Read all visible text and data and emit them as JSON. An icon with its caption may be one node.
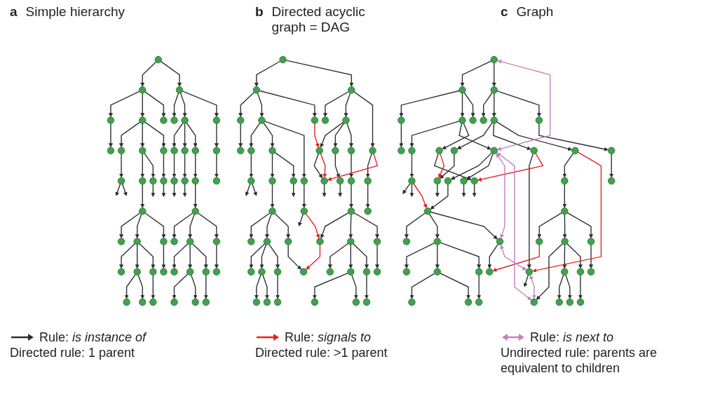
{
  "diagram": {
    "nodes": [
      {
        "text": [],
        "shape": "circle"
      },
      {
        "text": [],
        "shape": "circle"
      },
      {
        "text": [],
        "shape": "circle"
      },
      {
        "text": [],
        "shape": "circle"
      },
      {
        "text": [],
        "shape": "circle"
      },
      {
        "text": [],
        "shape": "circle"
      },
      {
        "text": [],
        "shape": "circle"
      },
      {
        "text": [],
        "shape": "circle"
      },
      {
        "text": [],
        "shape": "circle"
      },
      {
        "text": [],
        "shape": "circle"
      },
      {
        "text": [],
        "shape": "circle"
      },
      {
        "text": [],
        "shape": "circle"
      },
      {
        "text": [],
        "shape": "circle"
      },
      {
        "text": [],
        "shape": "circle"
      },
      {
        "text": [],
        "shape": "circle"
      },
      {
        "text": [],
        "shape": "circle"
      },
      {
        "text": [],
        "shape": "circle"
      },
      {
        "text": [],
        "shape": "circle"
      },
      {
        "text": [],
        "shape": "circle"
      },
      {
        "text": [],
        "shape": "circle"
      },
      {
        "text": [],
        "shape": "circle"
      },
      {
        "text": [],
        "shape": "circle"
      },
      {
        "text": [],
        "shape": "circle"
      },
      {
        "text": [],
        "shape": "circle"
      },
      {
        "text": [],
        "shape": "circle"
      },
      {
        "text": [],
        "shape": "circle"
      },
      {
        "text": [],
        "shape": "circle"
      },
      {
        "text": [],
        "shape": "circle"
      },
      {
        "text": [],
        "shape": "circle"
      },
      {
        "text": [],
        "shape": "circle"
      },
      {
        "text": [],
        "shape": "circle"
      },
      {
        "text": [],
        "shape": "circle"
      },
      {
        "text": [],
        "shape": "circle"
      },
      {
        "text": [],
        "shape": "circle"
      },
      {
        "text": [],
        "shape": "circle"
      },
      {
        "text": [],
        "shape": "circle"
      },
      {
        "text": [],
        "shape": "circle"
      },
      {
        "text": [],
        "shape": "circle"
      },
      {
        "text": [],
        "shape": "circle"
      },
      {
        "text": [],
        "shape": "circle"
      },
      {
        "text": [],
        "shape": "circle"
      },
      {
        "text": [],
        "shape": "circle"
      },
      {
        "text": [],
        "shape": "circle"
      },
      {
        "text": [],
        "shape": "circle"
      },
      {
        "text": [],
        "shape": "circle"
      },
      {
        "text": [],
        "shape": "circle"
      },
      {
        "text": [],
        "shape": "circle"
      },
      {
        "text": [],
        "shape": "circle"
      },
      {
        "text": [],
        "shape": "circle"
      },
      {
        "text": [],
        "shape": "circle"
      },
      {
        "text": [],
        "shape": "circle"
      },
      {
        "text": [],
        "shape": "circle"
      },
      {
        "text": [],
        "shape": "circle"
      },
      {
        "text": [],
        "shape": "circle"
      },
      {
        "text": [],
        "shape": "circle"
      },
      {
        "text": [],
        "shape": "circle"
      },
      {
        "text": [],
        "shape": "circle"
      },
      {
        "text": [],
        "shape": "circle"
      },
      {
        "text": [],
        "shape": "circle"
      },
      {
        "text": [],
        "shape": "circle"
      },
      {
        "text": [],
        "shape": "circle"
      },
      {
        "text": [],
        "shape": "circle"
      },
      {
        "text": [],
        "shape": "circle"
      },
      {
        "text": [],
        "shape": "circle"
      },
      {
        "text": [],
        "shape": "circle"
      },
      {
        "text": [],
        "shape": "circle"
      },
      {
        "text": [],
        "shape": "circle"
      },
      {
        "text": [],
        "shape": "circle"
      },
      {
        "text": [],
        "shape": "circle"
      },
      {
        "text": [],
        "shape": "circle"
      },
      {
        "text": [],
        "shape": "circle"
      },
      {
        "text": [],
        "shape": "circle"
      },
      {
        "text": [],
        "shape": "circle"
      },
      {
        "text": [],
        "shape": "circle"
      },
      {
        "text": [],
        "shape": "circle"
      },
      {
        "text": [],
        "shape": "circle"
      },
      {
        "text": [],
        "shape": "circle"
      },
      {
        "text": [],
        "shape": "circle"
      },
      {
        "text": [],
        "shape": "circle"
      },
      {
        "text": [],
        "shape": "circle"
      },
      {
        "text": [],
        "shape": "circle"
      },
      {
        "text": [],
        "shape": "circle"
      },
      {
        "text": [],
        "shape": "circle"
      },
      {
        "text": [],
        "shape": "circle"
      },
      {
        "text": [],
        "shape": "circle"
      },
      {
        "text": [],
        "shape": "circle"
      },
      {
        "text": [],
        "shape": "circle"
      },
      {
        "text": [],
        "shape": "circle"
      },
      {
        "text": [],
        "shape": "circle"
      },
      {
        "text": [],
        "shape": "circle"
      },
      {
        "text": [],
        "shape": "circle"
      },
      {
        "text": [],
        "shape": "circle"
      },
      {
        "text": [],
        "shape": "circle"
      },
      {
        "text": [],
        "shape": "circle"
      },
      {
        "text": [],
        "shape": "circle"
      },
      {
        "text": [],
        "shape": "circle"
      },
      {
        "text": [],
        "shape": "circle"
      },
      {
        "text": [],
        "shape": "circle"
      },
      {
        "text": [],
        "shape": "circle"
      },
      {
        "text": [],
        "shape": "circle"
      },
      {
        "text": [],
        "shape": "circle"
      },
      {
        "text": [],
        "shape": "circle"
      },
      {
        "text": [],
        "shape": "circle"
      },
      {
        "text": [],
        "shape": "circle"
      },
      {
        "text": [],
        "shape": "circle"
      },
      {
        "text": [],
        "shape": "circle"
      },
      {
        "text": [],
        "shape": "circle"
      },
      {
        "text": [],
        "shape": "circle"
      },
      {
        "text": [],
        "shape": "circle"
      },
      {
        "text": [],
        "shape": "circle"
      },
      {
        "text": [],
        "shape": "circle"
      },
      {
        "text": [],
        "shape": "circle"
      },
      {
        "text": [],
        "shape": "circle"
      },
      {
        "text": [],
        "shape": "circle"
      },
      {
        "text": [],
        "shape": "circle"
      },
      {
        "text": [],
        "shape": "circle"
      },
      {
        "text": [],
        "shape": "circle"
      },
      {
        "text": [],
        "shape": "circle"
      },
      {
        "text": [],
        "shape": "circle"
      },
      {
        "text": [],
        "shape": "circle"
      },
      {
        "text": [],
        "shape": "circle"
      },
      {
        "text": [],
        "shape": "circle"
      },
      {
        "text": [],
        "shape": "circle"
      },
      {
        "text": [],
        "shape": "circle"
      },
      {
        "text": [],
        "shape": "circle"
      },
      {
        "text": [],
        "shape": "circle"
      },
      {
        "text": [],
        "shape": "circle"
      },
      {
        "text": [],
        "shape": "circle"
      },
      {
        "text": [],
        "shape": "circle"
      },
      {
        "text": [],
        "shape": "circle"
      },
      {
        "text": [],
        "shape": "circle"
      },
      {
        "text": [],
        "shape": "circle"
      },
      {
        "text": [],
        "shape": "circle"
      },
      {
        "text": [],
        "shape": "circle"
      },
      {
        "text": [],
        "shape": "circle"
      },
      {
        "text": [],
        "shape": "circle"
      },
      {
        "text": [],
        "shape": "circle"
      },
      {
        "text": [],
        "shape": "circle"
      },
      {
        "text": [],
        "shape": "circle"
      },
      {
        "text": [],
        "shape": "circle"
      },
      {
        "text": [],
        "shape": "circle"
      }
    ],
    "edges": [
      {
        "from": 0,
        "to": 1,
        "arrow": "to"
      },
      {
        "from": 0,
        "to": 2,
        "arrow": "to"
      },
      {
        "from": 1,
        "to": 3,
        "arrow": "to"
      },
      {
        "from": 1,
        "to": 4,
        "arrow": "to"
      },
      {
        "from": 1,
        "to": 5,
        "arrow": "to"
      },
      {
        "from": 2,
        "to": 6,
        "arrow": "to"
      },
      {
        "from": 2,
        "to": 7,
        "arrow": "to"
      },
      {
        "from": 2,
        "to": 8,
        "arrow": "to"
      },
      {
        "from": 3,
        "to": 9,
        "arrow": "to"
      },
      {
        "from": 4,
        "to": 10,
        "arrow": "to"
      },
      {
        "from": 4,
        "to": 11,
        "arrow": "to"
      },
      {
        "from": 4,
        "to": 12,
        "arrow": "to"
      },
      {
        "from": 7,
        "to": 13,
        "arrow": "to"
      },
      {
        "from": 7,
        "to": 14,
        "arrow": "to"
      },
      {
        "from": 7,
        "to": 15,
        "arrow": "to"
      },
      {
        "from": 8,
        "to": 16,
        "arrow": "to"
      },
      {
        "from": 10,
        "to": 17,
        "arrow": "to"
      },
      {
        "from": 11,
        "to": 18,
        "arrow": "to"
      },
      {
        "from": 11,
        "to": 19,
        "arrow": "to"
      },
      {
        "from": 12,
        "to": 20,
        "arrow": "to"
      },
      {
        "from": 13,
        "to": 21,
        "arrow": "to"
      },
      {
        "from": 14,
        "to": 22,
        "arrow": "to"
      },
      {
        "from": 15,
        "to": 23,
        "arrow": "to"
      },
      {
        "from": 16,
        "to": 24,
        "arrow": "to"
      },
      {
        "from": 18,
        "to": 25,
        "arrow": "to"
      },
      {
        "from": 23,
        "to": 26,
        "arrow": "to"
      },
      {
        "from": 25,
        "to": 27,
        "arrow": "to"
      },
      {
        "from": 25,
        "to": 28,
        "arrow": "to"
      },
      {
        "from": 25,
        "to": 29,
        "arrow": "to"
      },
      {
        "from": 26,
        "to": 30,
        "arrow": "to"
      },
      {
        "from": 26,
        "to": 31,
        "arrow": "to"
      },
      {
        "from": 26,
        "to": 32,
        "arrow": "to"
      },
      {
        "from": 28,
        "to": 33,
        "arrow": "to"
      },
      {
        "from": 28,
        "to": 34,
        "arrow": "to"
      },
      {
        "from": 28,
        "to": 35,
        "arrow": "to"
      },
      {
        "from": 29,
        "to": 36,
        "arrow": "to"
      },
      {
        "from": 31,
        "to": 37,
        "arrow": "to"
      },
      {
        "from": 31,
        "to": 38,
        "arrow": "to"
      },
      {
        "from": 31,
        "to": 39,
        "arrow": "to"
      },
      {
        "from": 32,
        "to": 40,
        "arrow": "to"
      },
      {
        "from": 34,
        "to": 41,
        "arrow": "to"
      },
      {
        "from": 34,
        "to": 42,
        "arrow": "to"
      },
      {
        "from": 35,
        "to": 43,
        "arrow": "to"
      },
      {
        "from": 38,
        "to": 44,
        "arrow": "to"
      },
      {
        "from": 38,
        "to": 45,
        "arrow": "to"
      },
      {
        "from": 39,
        "to": 46,
        "arrow": "to"
      },
      {
        "from": 17,
        "to": null,
        "arrow": "to"
      },
      {
        "from": 17,
        "to": null,
        "arrow": "to"
      },
      {
        "from": 19,
        "to": null,
        "arrow": "to"
      },
      {
        "from": 20,
        "to": null,
        "arrow": "to"
      },
      {
        "from": 21,
        "to": null,
        "arrow": "to"
      },
      {
        "from": 22,
        "to": null,
        "arrow": "to"
      },
      {
        "from": 47,
        "to": 48,
        "arrow": "to"
      },
      {
        "from": 47,
        "to": 49,
        "arrow": "to"
      },
      {
        "from": 48,
        "to": 50,
        "arrow": "to"
      },
      {
        "from": 48,
        "to": 51,
        "arrow": "to"
      },
      {
        "from": 48,
        "to": 52,
        "arrow": "to"
      },
      {
        "from": 49,
        "to": 53,
        "arrow": "to"
      },
      {
        "from": 49,
        "to": 54,
        "arrow": "to"
      },
      {
        "from": 49,
        "to": 55,
        "arrow": "to"
      },
      {
        "from": 50,
        "to": 56,
        "arrow": "to"
      },
      {
        "from": 51,
        "to": 57,
        "arrow": "to"
      },
      {
        "from": 51,
        "to": 58,
        "arrow": "to"
      },
      {
        "from": 51,
        "to": 59,
        "arrow": "to"
      },
      {
        "from": 54,
        "to": 60,
        "arrow": "to"
      },
      {
        "from": 54,
        "to": 61,
        "arrow": "to"
      },
      {
        "from": 54,
        "to": 62,
        "arrow": "to"
      },
      {
        "from": 55,
        "to": 63,
        "arrow": "to"
      },
      {
        "from": 57,
        "to": 64,
        "arrow": "to"
      },
      {
        "from": 58,
        "to": 65,
        "arrow": "to"
      },
      {
        "from": 58,
        "to": 66,
        "arrow": "to"
      },
      {
        "from": 59,
        "to": 67,
        "arrow": "to"
      },
      {
        "from": 60,
        "to": 68,
        "arrow": "to"
      },
      {
        "from": 61,
        "to": 69,
        "arrow": "to"
      },
      {
        "from": 62,
        "to": 70,
        "arrow": "to"
      },
      {
        "from": 63,
        "to": 71,
        "arrow": "to"
      },
      {
        "from": 65,
        "to": 72,
        "arrow": "to"
      },
      {
        "from": 70,
        "to": 73,
        "arrow": "to"
      },
      {
        "from": 72,
        "to": 74,
        "arrow": "to"
      },
      {
        "from": 72,
        "to": 75,
        "arrow": "to"
      },
      {
        "from": 72,
        "to": 76,
        "arrow": "to"
      },
      {
        "from": 73,
        "to": 77,
        "arrow": "to"
      },
      {
        "from": 73,
        "to": 78,
        "arrow": "to"
      },
      {
        "from": 73,
        "to": 79,
        "arrow": "to"
      },
      {
        "from": 75,
        "to": 80,
        "arrow": "to"
      },
      {
        "from": 75,
        "to": 81,
        "arrow": "to"
      },
      {
        "from": 75,
        "to": 82,
        "arrow": "to"
      },
      {
        "from": 76,
        "to": 83,
        "arrow": "to"
      },
      {
        "from": 78,
        "to": 84,
        "arrow": "to"
      },
      {
        "from": 78,
        "to": 85,
        "arrow": "to"
      },
      {
        "from": 78,
        "to": 86,
        "arrow": "to"
      },
      {
        "from": 79,
        "to": 87,
        "arrow": "to"
      },
      {
        "from": 81,
        "to": 88,
        "arrow": "to"
      },
      {
        "from": 81,
        "to": 89,
        "arrow": "to"
      },
      {
        "from": 82,
        "to": 90,
        "arrow": "to"
      },
      {
        "from": 85,
        "to": 91,
        "arrow": "to"
      },
      {
        "from": 85,
        "to": 92,
        "arrow": "to"
      },
      {
        "from": 86,
        "to": 93,
        "arrow": "to"
      },
      {
        "from": 64,
        "to": null,
        "arrow": "to"
      },
      {
        "from": 64,
        "to": null,
        "arrow": "to"
      },
      {
        "from": 66,
        "to": null,
        "arrow": "to"
      },
      {
        "from": 67,
        "to": null,
        "arrow": "to"
      },
      {
        "from": 68,
        "to": null,
        "arrow": "to"
      },
      {
        "from": 69,
        "to": null,
        "arrow": "to"
      },
      {
        "from": 52,
        "to": 60,
        "arrow": "to",
        "color": "#e8201c"
      },
      {
        "from": 60,
        "to": 68,
        "arrow": "to",
        "color": "#e8201c"
      },
      {
        "from": 55,
        "to": 68,
        "arrow": "to",
        "color": "#e8201c"
      },
      {
        "from": 67,
        "to": 77,
        "arrow": "to",
        "color": "#e8201c"
      },
      {
        "from": 77,
        "to": 83,
        "arrow": "to",
        "color": "#e8201c"
      },
      {
        "from": 94,
        "to": 95,
        "arrow": "to"
      },
      {
        "from": 94,
        "to": 96,
        "arrow": "to"
      },
      {
        "from": 95,
        "to": 97,
        "arrow": "to"
      },
      {
        "from": 95,
        "to": 98,
        "arrow": "to"
      },
      {
        "from": 95,
        "to": 99,
        "arrow": "to"
      },
      {
        "from": 96,
        "to": 100,
        "arrow": "to"
      },
      {
        "from": 96,
        "to": 101,
        "arrow": "to"
      },
      {
        "from": 96,
        "to": 102,
        "arrow": "to"
      },
      {
        "from": 97,
        "to": 103,
        "arrow": "to"
      },
      {
        "from": 98,
        "to": 104,
        "arrow": "to"
      },
      {
        "from": 98,
        "to": 105,
        "arrow": "to"
      },
      {
        "from": 98,
        "to": 106,
        "arrow": "to"
      },
      {
        "from": 101,
        "to": 107,
        "arrow": "to"
      },
      {
        "from": 101,
        "to": 108,
        "arrow": "to"
      },
      {
        "from": 101,
        "to": 109,
        "arrow": "to"
      },
      {
        "from": 102,
        "to": 110,
        "arrow": "to"
      },
      {
        "from": 104,
        "to": 111,
        "arrow": "to"
      },
      {
        "from": 105,
        "to": 112,
        "arrow": "to"
      },
      {
        "from": 105,
        "to": 113,
        "arrow": "to"
      },
      {
        "from": 106,
        "to": 114,
        "arrow": "to"
      },
      {
        "from": 107,
        "to": 115,
        "arrow": "to"
      },
      {
        "from": 108,
        "to": 116,
        "arrow": "to"
      },
      {
        "from": 109,
        "to": 117,
        "arrow": "to"
      },
      {
        "from": 110,
        "to": 118,
        "arrow": "to"
      },
      {
        "from": 112,
        "to": 119,
        "arrow": "to"
      },
      {
        "from": 117,
        "to": 120,
        "arrow": "to"
      },
      {
        "from": 119,
        "to": 121,
        "arrow": "to"
      },
      {
        "from": 119,
        "to": 122,
        "arrow": "to"
      },
      {
        "from": 119,
        "to": 123,
        "arrow": "to"
      },
      {
        "from": 120,
        "to": 124,
        "arrow": "to"
      },
      {
        "from": 120,
        "to": 125,
        "arrow": "to"
      },
      {
        "from": 120,
        "to": 126,
        "arrow": "to"
      },
      {
        "from": 122,
        "to": 127,
        "arrow": "to"
      },
      {
        "from": 122,
        "to": 128,
        "arrow": "to"
      },
      {
        "from": 122,
        "to": 129,
        "arrow": "to"
      },
      {
        "from": 123,
        "to": 130,
        "arrow": "to"
      },
      {
        "from": 125,
        "to": 131,
        "arrow": "to"
      },
      {
        "from": 125,
        "to": 132,
        "arrow": "to"
      },
      {
        "from": 125,
        "to": 133,
        "arrow": "to"
      },
      {
        "from": 126,
        "to": 134,
        "arrow": "to"
      },
      {
        "from": 128,
        "to": 135,
        "arrow": "to"
      },
      {
        "from": 128,
        "to": 136,
        "arrow": "to"
      },
      {
        "from": 129,
        "to": 137,
        "arrow": "to"
      },
      {
        "from": 132,
        "to": 138,
        "arrow": "to"
      },
      {
        "from": 132,
        "to": 139,
        "arrow": "to"
      },
      {
        "from": 133,
        "to": 140,
        "arrow": "to"
      },
      {
        "from": 111,
        "to": null,
        "arrow": "to"
      },
      {
        "from": 111,
        "to": null,
        "arrow": "to"
      },
      {
        "from": 113,
        "to": null,
        "arrow": "to"
      },
      {
        "from": 114,
        "to": null,
        "arrow": "to"
      },
      {
        "from": 115,
        "to": null,
        "arrow": "to"
      },
      {
        "from": 116,
        "to": null,
        "arrow": "to"
      },
      {
        "from": 106,
        "to": 115,
        "arrow": "to",
        "color": "#e8201c"
      },
      {
        "from": 108,
        "to": 114,
        "arrow": "to",
        "color": "#e8201c"
      },
      {
        "from": 109,
        "to": 116,
        "arrow": "to",
        "color": "#e8201c"
      },
      {
        "from": 111,
        "to": 119,
        "arrow": "to",
        "color": "#e8201c"
      },
      {
        "from": 124,
        "to": 130,
        "arrow": "to",
        "color": "#e8201c"
      },
      {
        "from": 94,
        "to": 105,
        "arrow": "both",
        "color": "#c67fbf"
      },
      {
        "from": 105,
        "to": 123,
        "arrow": "both",
        "color": "#c67fbf"
      },
      {
        "from": 105,
        "to": 131,
        "arrow": "both",
        "color": "#c67fbf"
      },
      {
        "from": 123,
        "to": 116,
        "arrow": "both",
        "color": "#c67fbf"
      },
      {
        "from": 116,
        "to": 131,
        "arrow": "both",
        "color": "#c67fbf"
      }
    ],
    "labels": [
      "a",
      "Simple hierarchy",
      "b",
      "Directed acyclic graph = DAG",
      "c",
      "Graph",
      "Directed rule: 1 parent",
      "Directed rule: >1 parent",
      "Undirected rule: parents are equivalent to children"
    ],
    "legend": [
      {
        "text": "Rule: *is instance of*"
      },
      {
        "text": "Rule: *signals to*"
      },
      {
        "text": "Rule: *is next to*"
      }
    ]
  }
}
